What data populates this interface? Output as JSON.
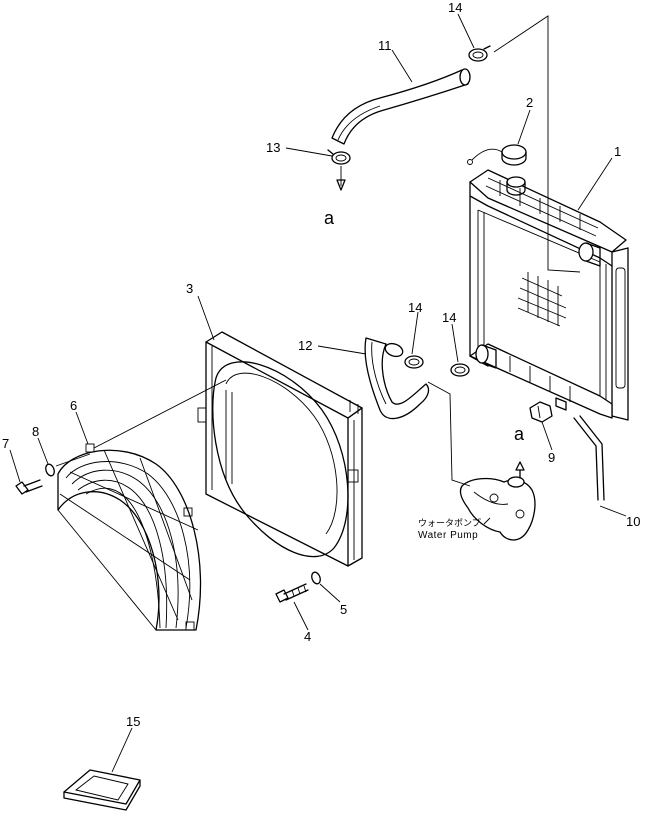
{
  "callouts": {
    "c1": "1",
    "c2": "2",
    "c3": "3",
    "c4": "4",
    "c5": "5",
    "c6": "6",
    "c7": "7",
    "c8": "8",
    "c9": "9",
    "c10": "10",
    "c11": "11",
    "c12": "12",
    "c13": "13",
    "c14a": "14",
    "c14b": "14",
    "c14c": "14",
    "c15": "15"
  },
  "connectors": {
    "top": "a",
    "pump": "a"
  },
  "labels": {
    "water_pump_jp": "ウォータポンプ",
    "water_pump_en": "Water  Pump"
  }
}
